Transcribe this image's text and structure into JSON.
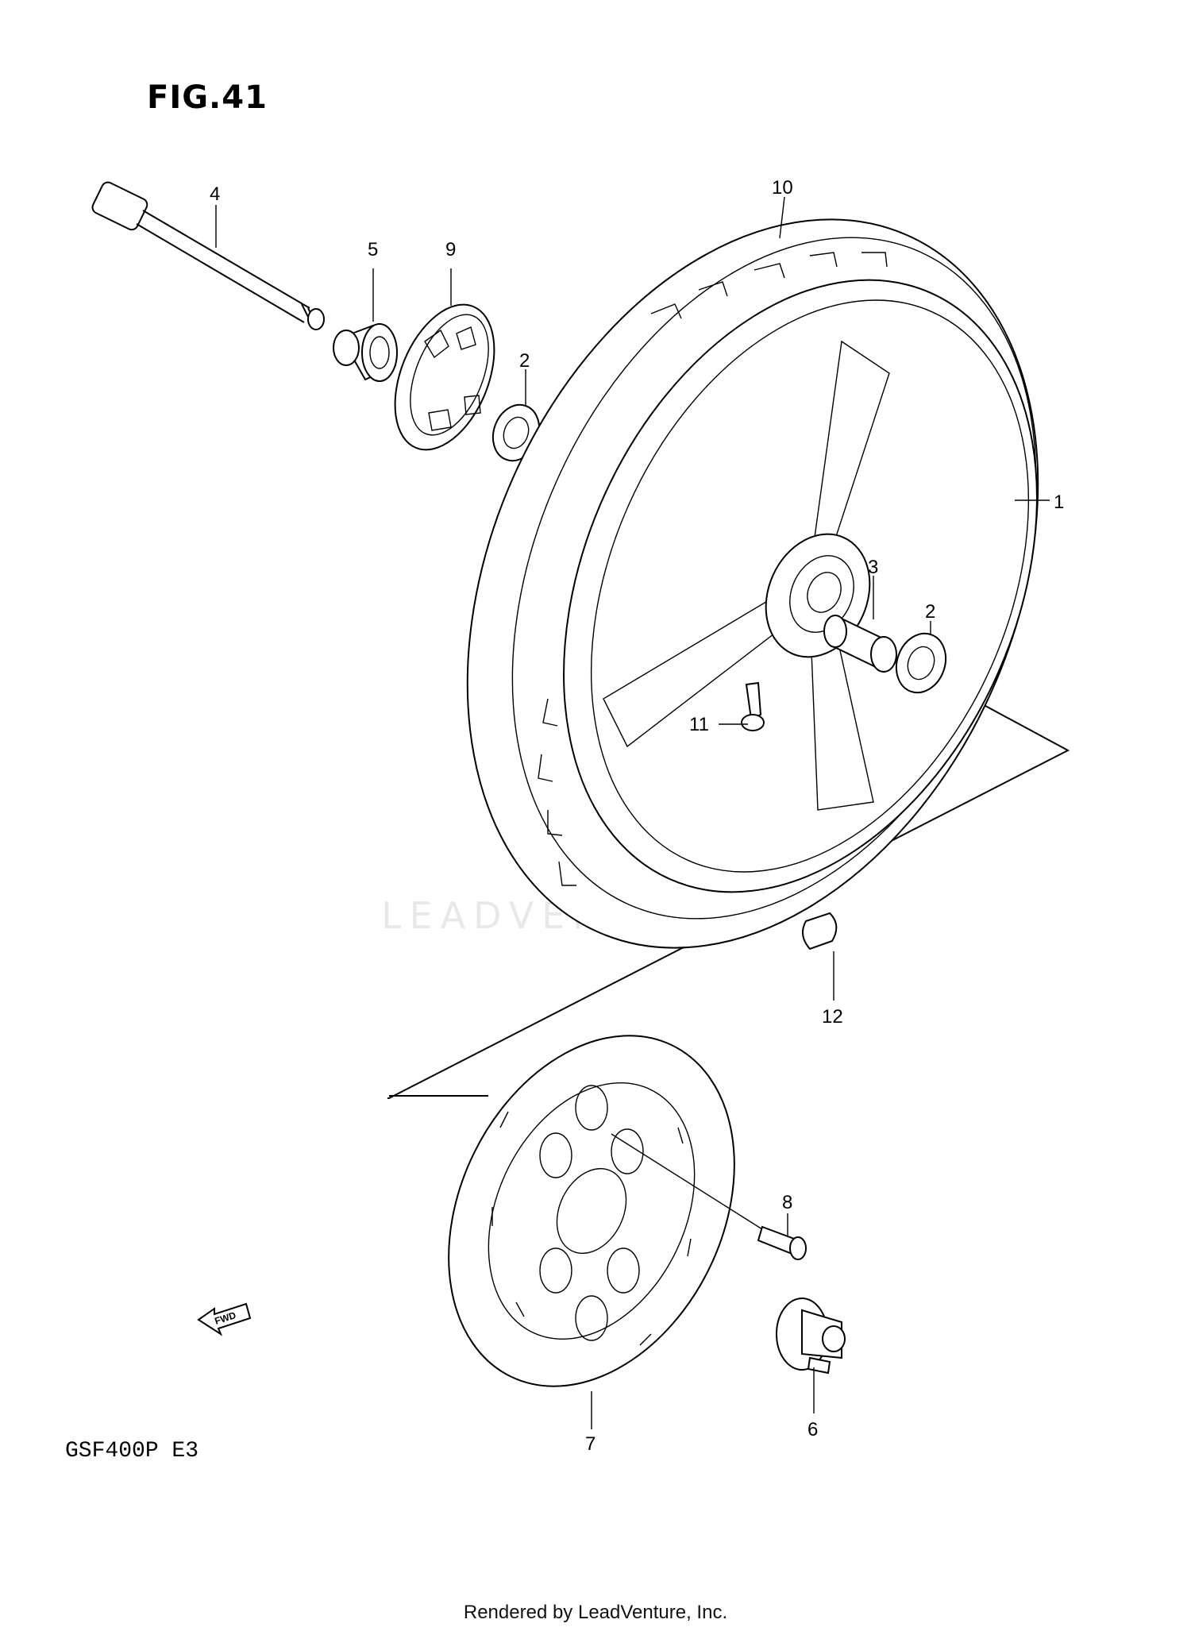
{
  "figure_label": "FIG.41",
  "model_code": "GSF400P E3",
  "footer_text": "Rendered by LeadVenture, Inc.",
  "watermark_text": "LEADVENTURE",
  "fwd_label": "FWD",
  "callouts": {
    "c1": "1",
    "c2a": "2",
    "c2b": "2",
    "c3": "3",
    "c4": "4",
    "c5": "5",
    "c6": "6",
    "c7": "7",
    "c8": "8",
    "c9": "9",
    "c10": "10",
    "c11": "11",
    "c12": "12"
  }
}
